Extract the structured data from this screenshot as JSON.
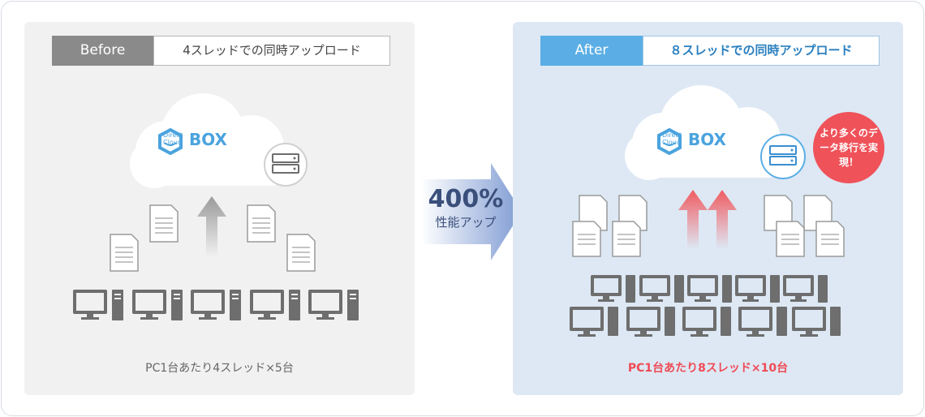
{
  "before": {
    "tag": "Before",
    "title": "4スレッドでの同時アップロード",
    "logo": {
      "line1": "Direct",
      "line2": "Cloud",
      "brand": "BOX"
    },
    "caption": "PC1台あたり4スレッド×5台"
  },
  "after": {
    "tag": "After",
    "title": "８スレッドでの同時アップロード",
    "logo": {
      "line1": "Direct",
      "line2": "Cloud",
      "brand": "BOX"
    },
    "caption": "PC1台あたり8スレッド×10台",
    "badge": "より多くのデータ移行を実現！"
  },
  "middle": {
    "percent": "400%",
    "label": "性能アップ"
  },
  "colors": {
    "before_tag": "#8a8a8a",
    "after_tag": "#5aaee5",
    "accent_red": "#f0525a",
    "arrow_blue": "#7f9bd3",
    "text_blue": "#2a7fbf"
  }
}
